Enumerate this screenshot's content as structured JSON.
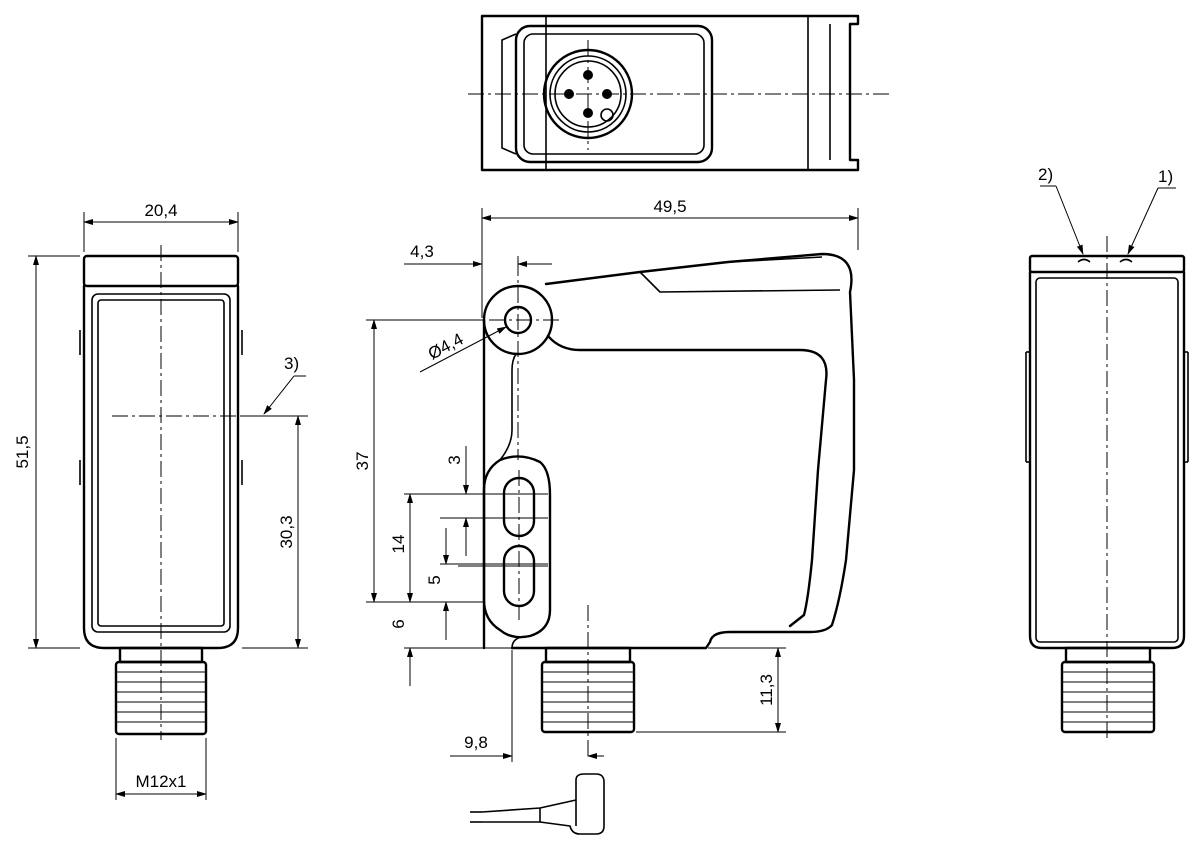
{
  "dimensions": {
    "front_width": "20,4",
    "front_height": "51,5",
    "note_3_height": "30,3",
    "thread": "M12x1",
    "total_width": "49,5",
    "hole_offset": "4,3",
    "hole_diameter": "4,4",
    "hole_to_base": "37",
    "slot_gap": "3",
    "slot_pitch": "14",
    "slot_width": "5",
    "base_offset": "6",
    "connector_offset": "9,8",
    "connector_length": "11,3"
  },
  "notes": {
    "note_1": "1)",
    "note_2": "2)",
    "note_3": "3)"
  }
}
